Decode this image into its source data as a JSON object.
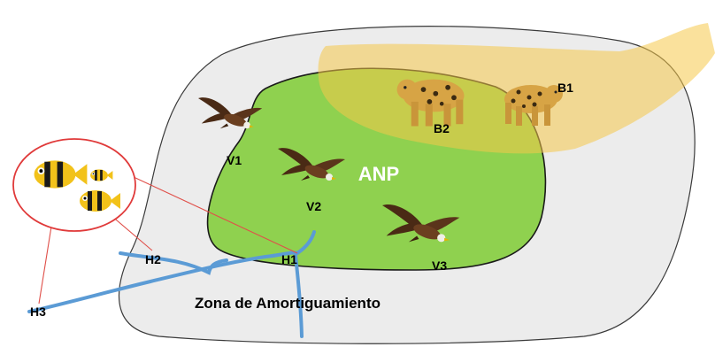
{
  "diagram": {
    "center_label": "ANP",
    "buffer_label": "Zona de Amortiguamiento",
    "bird_labels": [
      "V1",
      "V2",
      "V3"
    ],
    "jaguar_labels": [
      "B1",
      "B2"
    ],
    "river_labels": [
      "H1",
      "H2",
      "H3"
    ],
    "colors": {
      "buffer_fill": "#ececec",
      "anp_fill": "#8fd14f",
      "corridor_fill": "#f6c94a",
      "river": "#5b9bd5",
      "link_line": "#e0504a",
      "fish_circle": "#e03a3a"
    },
    "icons": [
      "eagle-icon",
      "jaguar-icon",
      "fish-icon"
    ]
  }
}
